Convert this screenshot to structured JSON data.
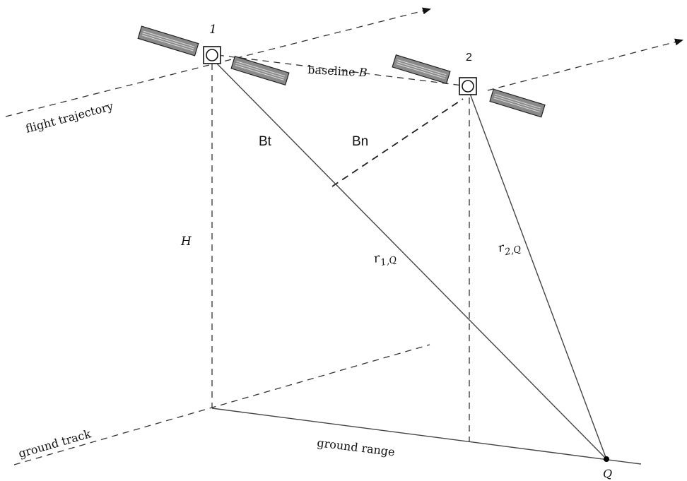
{
  "labels": {
    "satellite_1": "1",
    "satellite_2": "2",
    "flight_trajectory": "flight trajectory",
    "baseline": "baseline",
    "baseline_symbol": "B",
    "bt": "Bt",
    "bn": "Bn",
    "height": "H",
    "r1q_main": "r",
    "r1q_sub": "1,Q",
    "r2q_main": "r",
    "r2q_sub": "2,Q",
    "ground_track": "ground track",
    "ground_range": "ground range",
    "target_point": "Q"
  },
  "colors": {
    "line": "#333333",
    "panel": "#8a8a8a",
    "background": "#ffffff"
  }
}
